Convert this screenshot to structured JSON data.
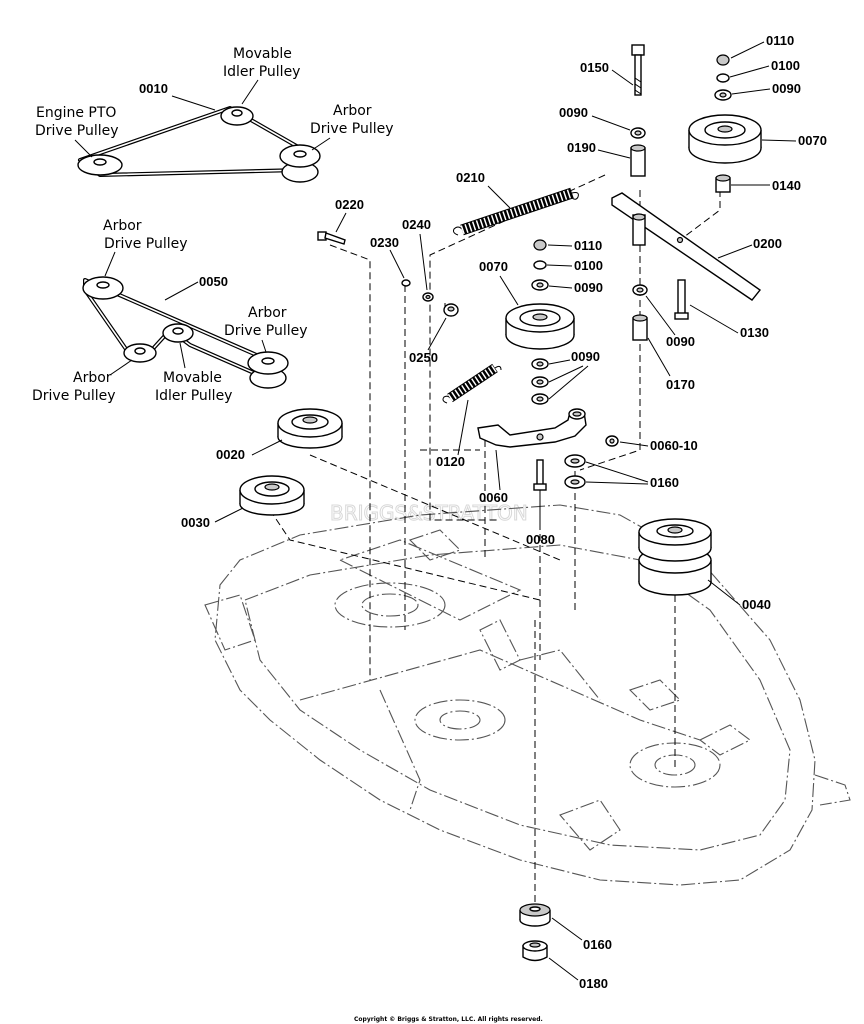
{
  "watermark": "BRIGGS&STRATTON",
  "copyright": "Copyright © Briggs & Stratton, LLC. All rights reserved.",
  "belt_diagrams": {
    "top": {
      "part": "0010",
      "movable_idler": [
        "Movable",
        "Idler Pulley"
      ],
      "engine_pto": [
        "Engine PTO",
        "Drive Pulley"
      ],
      "arbor": [
        "Arbor",
        "Drive Pulley"
      ]
    },
    "bottom": {
      "part": "0050",
      "arbor_top": [
        "Arbor",
        "Drive Pulley"
      ],
      "arbor_right": [
        "Arbor",
        "Drive Pulley"
      ],
      "arbor_left": [
        "Arbor",
        "Drive Pulley"
      ],
      "movable_idler": [
        "Movable",
        "Idler Pulley"
      ]
    }
  },
  "callouts": {
    "c0020": "0020",
    "c0030": "0030",
    "c0040": "0040",
    "c0060": "0060",
    "c0060_10": "0060-10",
    "c0070a": "0070",
    "c0070b": "0070",
    "c0080": "0080",
    "c0090a": "0090",
    "c0090b": "0090",
    "c0090c": "0090",
    "c0090d": "0090",
    "c0090e": "0090",
    "c0100a": "0100",
    "c0100b": "0100",
    "c0110a": "0110",
    "c0110b": "0110",
    "c0120": "0120",
    "c0130": "0130",
    "c0140": "0140",
    "c0150": "0150",
    "c0160a": "0160",
    "c0160b": "0160",
    "c0170": "0170",
    "c0180": "0180",
    "c0190": "0190",
    "c0200": "0200",
    "c0210": "0210",
    "c0220": "0220",
    "c0230": "0230",
    "c0240": "0240",
    "c0250": "0250"
  }
}
